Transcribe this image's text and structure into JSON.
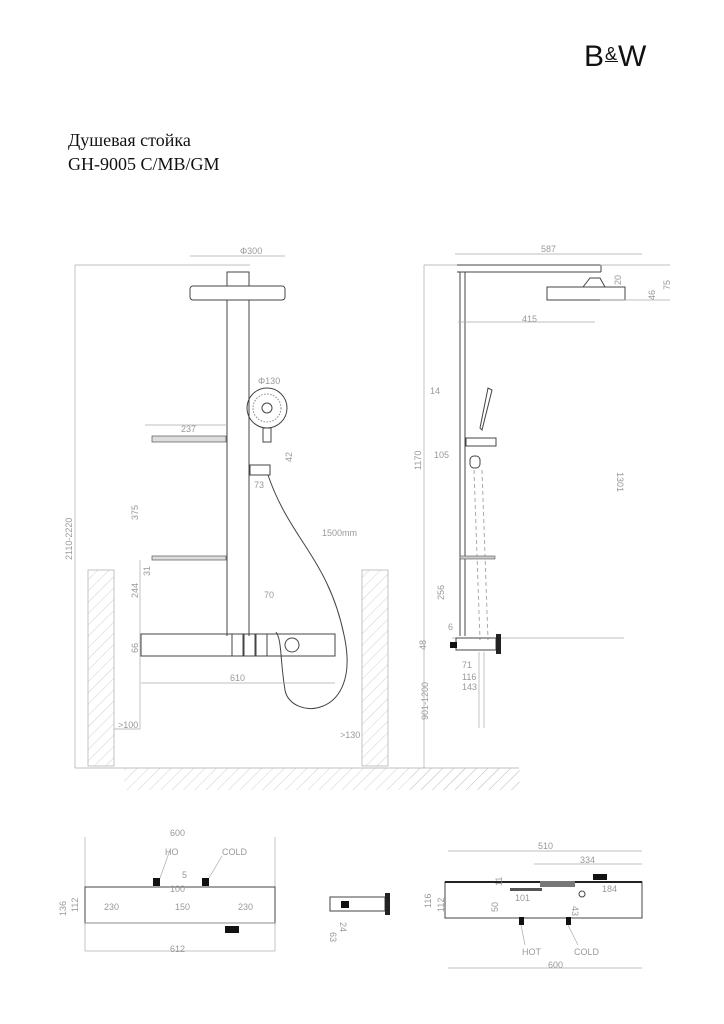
{
  "header": {
    "logo": "B&W",
    "logo_parts": [
      "B",
      "&",
      "W"
    ],
    "title_line1": "Душевая стойка",
    "title_line2": "GH-9005 C/MB/GM"
  },
  "front_view": {
    "total_height": "2110-2220",
    "head_diameter": "Φ300",
    "hand_shower_diameter": "Φ130",
    "shelf_width": "237",
    "holder_height": "42",
    "holder_depth": "73",
    "hose_length": "1500mm",
    "upper_shelf_gap": "375",
    "lower_shelf_height": "244",
    "shelf_thickness": "31",
    "pipe_offset": "70",
    "mixer_height": "66",
    "mixer_width": "610",
    "left_clearance": ">100",
    "right_clearance": ">130"
  },
  "side_view": {
    "arm_length": "587",
    "arm_drop": "20",
    "head_thickness": "46",
    "head_total": "75",
    "head_offset": "415",
    "pipe_dia": "14",
    "column_height": "1170",
    "holder_height": "105",
    "head_to_mixer": "1301",
    "shelf_height": "256",
    "mixer_depth": "48",
    "mount_height": "901-1200",
    "pipe_gap": "6",
    "d1": "71",
    "d2": "116",
    "d3": "143"
  },
  "bottom_views": {
    "top_width": "600",
    "hot_label": "HO",
    "cold_label": "COLD",
    "offset": "5",
    "spacing_mark": "100",
    "left_230": "230",
    "center_150": "150",
    "right_230": "230",
    "height_136": "136",
    "height_112": "112",
    "bottom_width": "612",
    "small_63": "63",
    "small_24": "24",
    "rear_510": "510",
    "rear_334": "334",
    "rear_11": "11",
    "rear_101": "101",
    "rear_50": "50",
    "rear_43": "43",
    "rear_184": "184",
    "rear_116": "116",
    "rear_112": "112",
    "rear_hot": "HOT",
    "rear_cold": "COLD",
    "rear_600": "600"
  }
}
